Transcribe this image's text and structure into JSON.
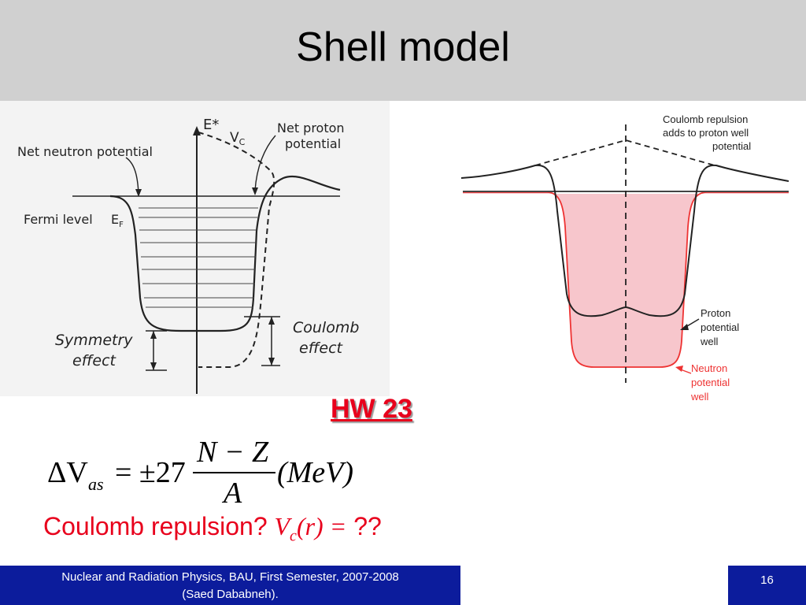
{
  "title": "Shell model",
  "left_figure": {
    "estar": "E*",
    "vc": "V",
    "vc_sub": "C",
    "net_neutron": "Net neutron potential",
    "net_proton_1": "Net proton",
    "net_proton_2": "potential",
    "fermi_level": "Fermi level",
    "ef": "E",
    "ef_sub": "F",
    "symmetry_1": "Symmetry",
    "symmetry_2": "effect",
    "coulomb_1": "Coulomb",
    "coulomb_2": "effect"
  },
  "right_figure": {
    "note_1": "Coulomb repulsion",
    "note_2": "adds to proton well",
    "note_3": "potential",
    "proton_1": "Proton",
    "proton_2": "potential",
    "proton_3": "well",
    "neutron_1": "Neutron",
    "neutron_2": "potential",
    "neutron_3": "well"
  },
  "hw_label": "HW 23",
  "equation": {
    "delta": "ΔV",
    "sub": "as",
    "equals": "= ±27",
    "numerator": "N − Z",
    "denominator": "A",
    "unit": "(MeV)"
  },
  "coulomb_line": {
    "text": "Coulomb repulsion?",
    "math_v": "V",
    "math_sub": "c",
    "math_rest": "(r) =",
    "question": "??"
  },
  "footer": {
    "line1": "Nuclear and Radiation Physics, BAU, First Semester, 2007-2008",
    "line2": "(Saed Dababneh).",
    "page": "16"
  },
  "colors": {
    "accent_red": "#e8001c",
    "footer_blue": "#0c1c9c",
    "title_gray": "#d0d0d0",
    "well_fill": "#f7c6cc"
  }
}
